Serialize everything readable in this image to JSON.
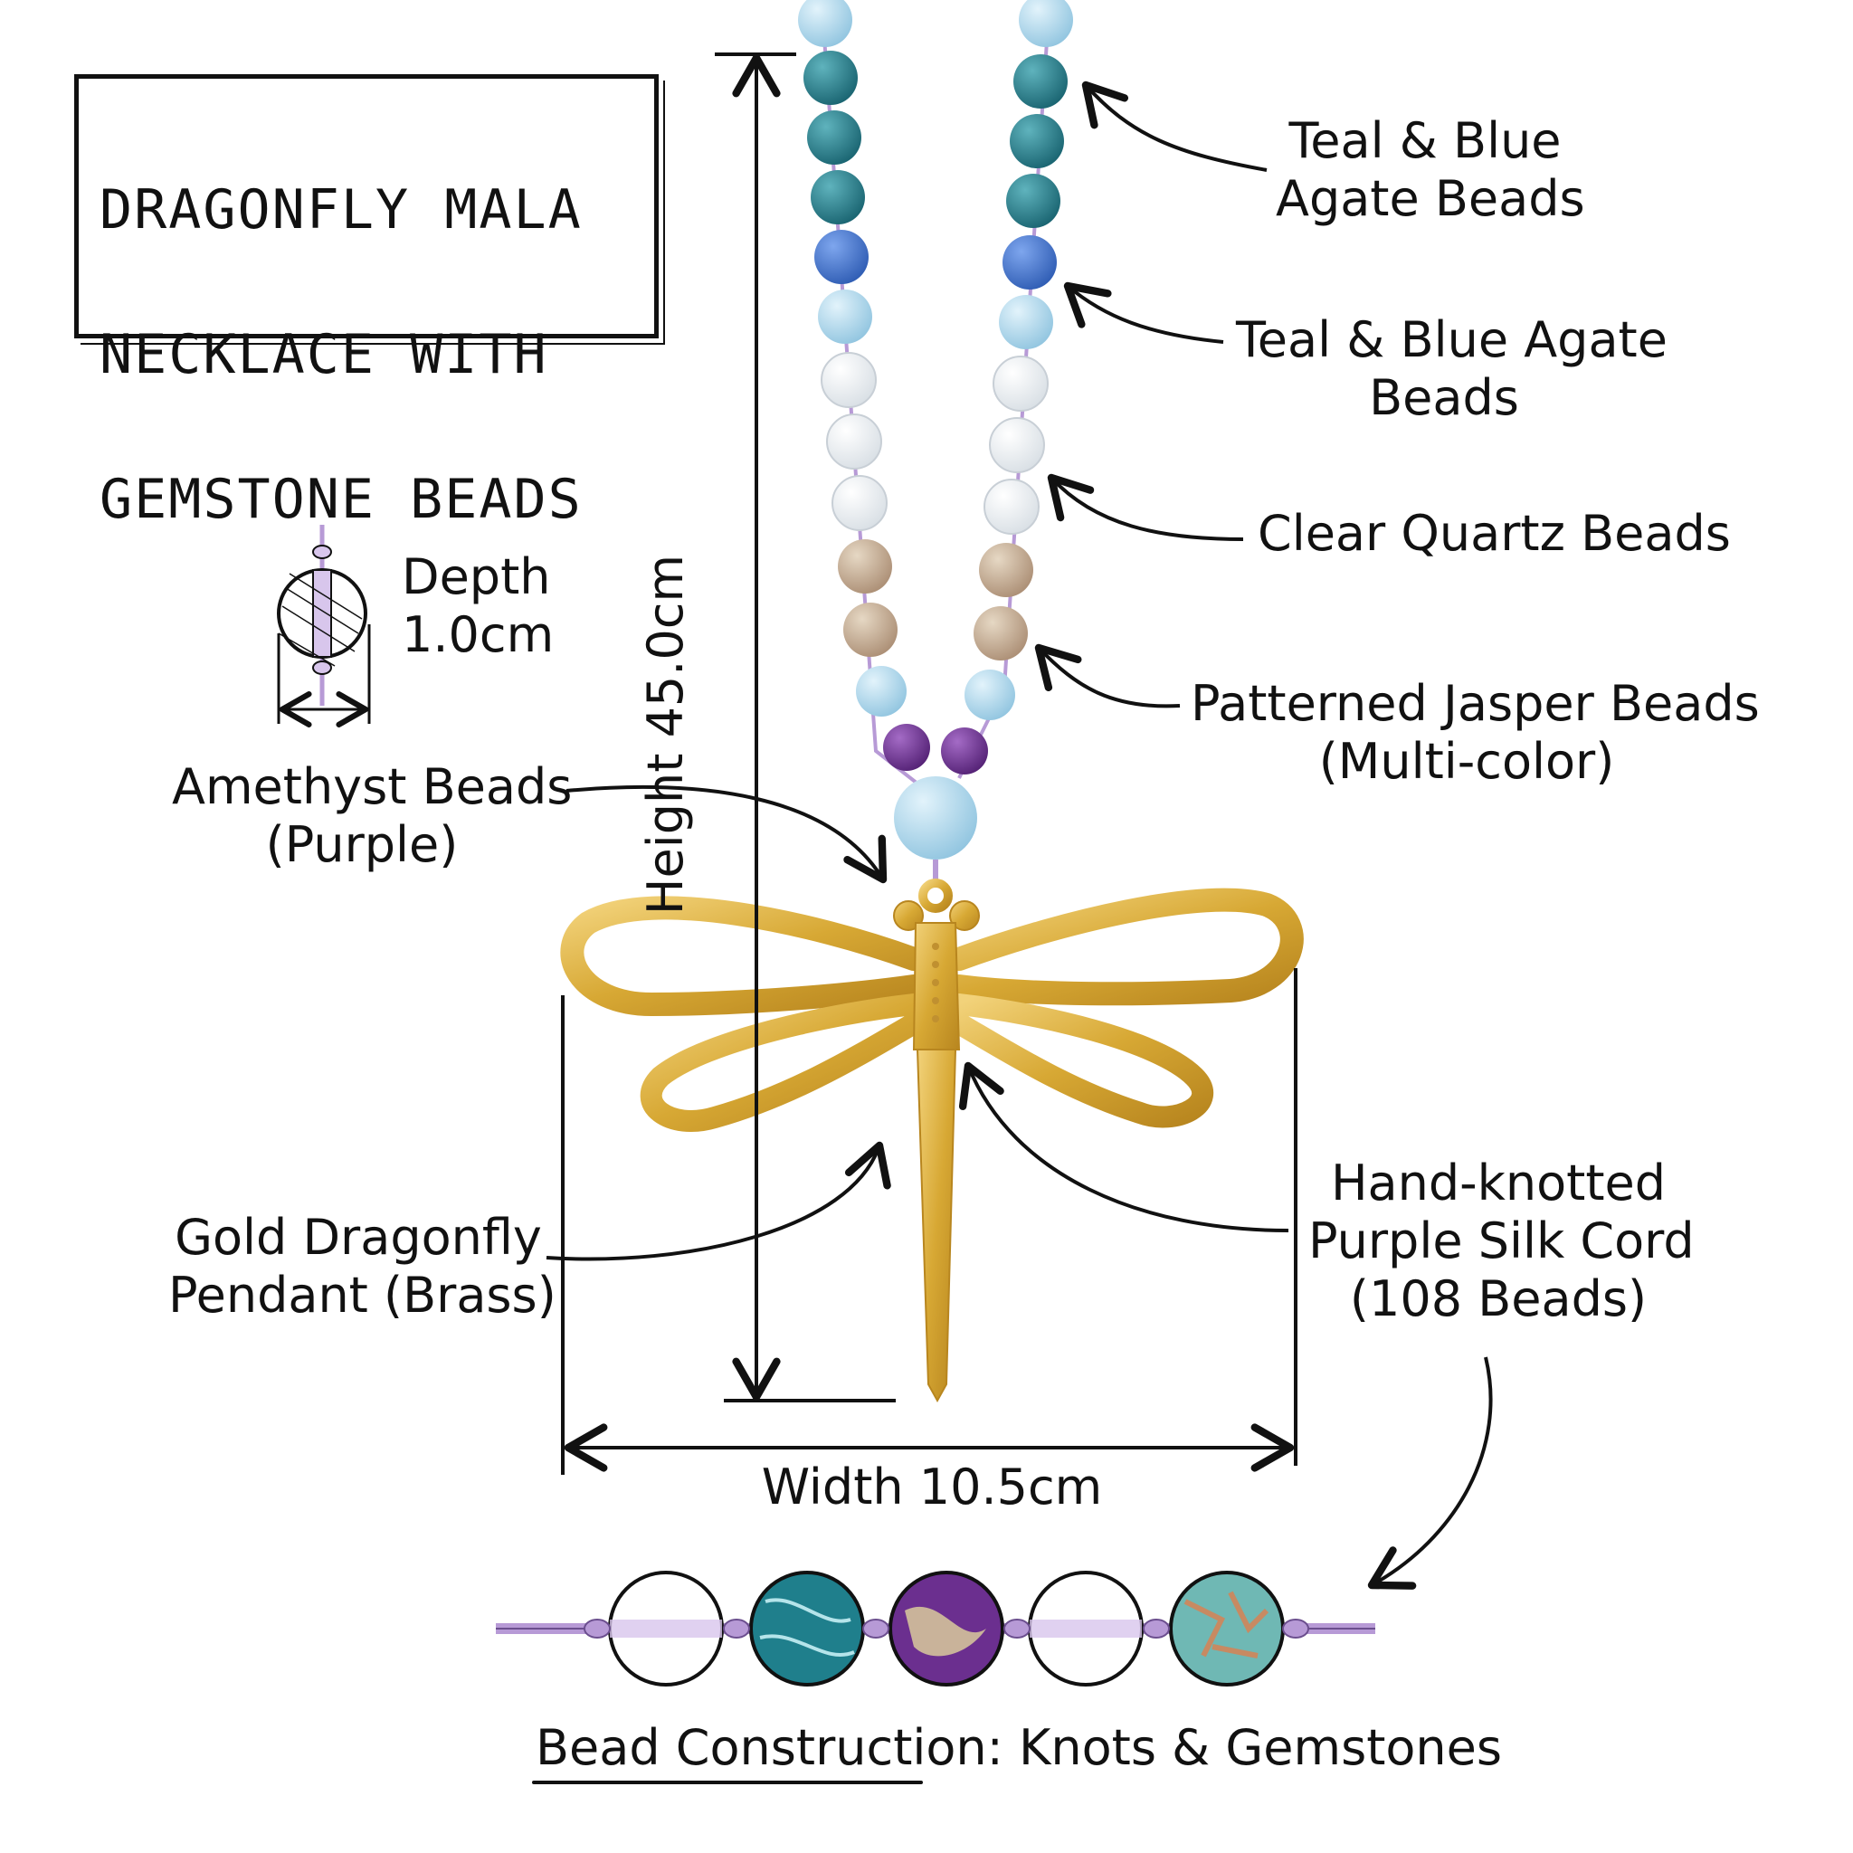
{
  "title": {
    "lines": [
      "DRAGONFLY MALA",
      "NECKLACE WITH",
      "GEMSTONE BEADS"
    ]
  },
  "labels": {
    "teal_blue_1": [
      "Teal & Blue",
      "Agate Beads"
    ],
    "teal_blue_2": [
      "Teal & Blue Agate",
      "Beads"
    ],
    "clear_quartz": "Clear Quartz Beads",
    "jasper": [
      "Patterned Jasper Beads",
      "(Multi-color)"
    ],
    "amethyst": [
      "Amethyst Beads",
      "(Purple)"
    ],
    "pendant": [
      "Gold Dragonfly",
      "Pendant (Brass)"
    ],
    "cord": [
      "Hand-knotted",
      "Purple Silk Cord",
      "(108 Beads)"
    ]
  },
  "dimensions": {
    "height": "Height 45.0cm",
    "width": "Width 10.5cm",
    "depth": [
      "Depth",
      "1.0cm"
    ]
  },
  "caption": "Bead Construction: Knots & Gemstones",
  "colors": {
    "ink": "#111111",
    "gold": "#d9ad3a",
    "cord": "#b79ad6",
    "teal": "#1f7f8c",
    "blue": "#3f72c8",
    "light_blue": "#9fd0e6",
    "quartz": "#eef2f5",
    "jasper": "#c9b39a",
    "amethyst": "#6b2f8f"
  }
}
